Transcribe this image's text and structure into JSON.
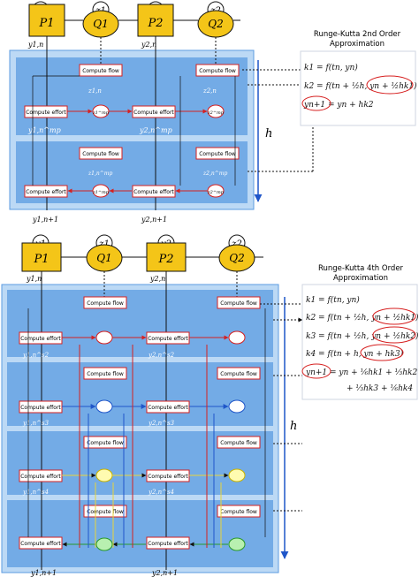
{
  "top": {
    "signals": [
      "y1",
      "z1",
      "y2",
      "z2"
    ],
    "blocks": [
      "P1",
      "Q1",
      "P2",
      "Q2"
    ],
    "out_labels": [
      "y1,n",
      "y2,n"
    ],
    "flow_label": "Compute flow",
    "effort_label": "Compute effort",
    "mid_labels": [
      "z1,n",
      "z2,n"
    ],
    "mp_y": [
      "y1,n^mp",
      "y2,n^mp"
    ],
    "mp_z": [
      "z1^mp",
      "z2^mp"
    ],
    "bottom_z": [
      "z1,n^mp",
      "z2,n^mp"
    ],
    "bottom_z2": [
      "z1^mp",
      "z2^mp"
    ],
    "next_labels": [
      "y1,n+1",
      "y2,n+1"
    ],
    "h_label": "h"
  },
  "rk2": {
    "title_line1": "Runge-Kutta 2nd Order",
    "title_line2": "Approximation",
    "eq1": "k1 = f(tn, yn)",
    "eq2": "k2 = f(tn + ½h, yn + ½hk1)",
    "eq3": "yn+1 = yn + hk2"
  },
  "bottom": {
    "signals": [
      "y1",
      "z1",
      "y2",
      "z2"
    ],
    "blocks": [
      "P1",
      "Q1",
      "P2",
      "Q2"
    ],
    "out_labels": [
      "y1,n",
      "y2,n"
    ],
    "flow_label": "Compute flow",
    "effort_label": "Compute effort",
    "stage_y": [
      [
        "y1,n^s2",
        "y2,n^s2"
      ],
      [
        "y1,n^s3",
        "y2,n^s3"
      ],
      [
        "y1,n^s4",
        "y2,n^s4"
      ]
    ],
    "next_labels": [
      "y1,n+1",
      "y2,n+1"
    ],
    "h_label": "h"
  },
  "rk4": {
    "title_line1": "Runge-Kutta 4th Order",
    "title_line2": "Approximation",
    "eq1": "k1 = f(tn, yn)",
    "eq2": "k2 = f(tn + ½h, yn + ½hk1)",
    "eq3": "k3 = f(tn + ½h, yn + ½hk2)",
    "eq4": "k4 = f(tn + h, yn + hk3)",
    "eq5": "yn+1 = yn + ⅙hk1 + ⅓hk2",
    "eq6": "+ ⅓hk3 + ⅙hk4"
  },
  "colors": {
    "block_fill": "#f4c518",
    "panel_bg": "#bcd9f5",
    "panel_stage": "#5b9be0",
    "box_border": "#d62020",
    "arrow_blue": "#1f56c9"
  }
}
